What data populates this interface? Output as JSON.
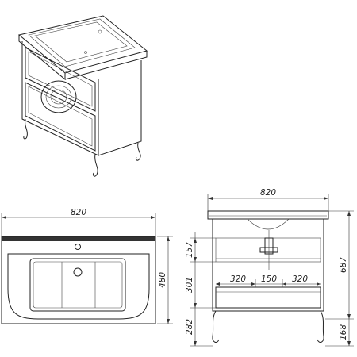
{
  "dimensions": {
    "top_width": "820",
    "top_depth": "480",
    "front_width": "820",
    "front_height": "687",
    "leg_height_right": "168",
    "leg_height_left": "282",
    "drawer_height": "301",
    "upper_height": "157",
    "span_left": "320",
    "span_mid": "150",
    "span_right": "320"
  }
}
